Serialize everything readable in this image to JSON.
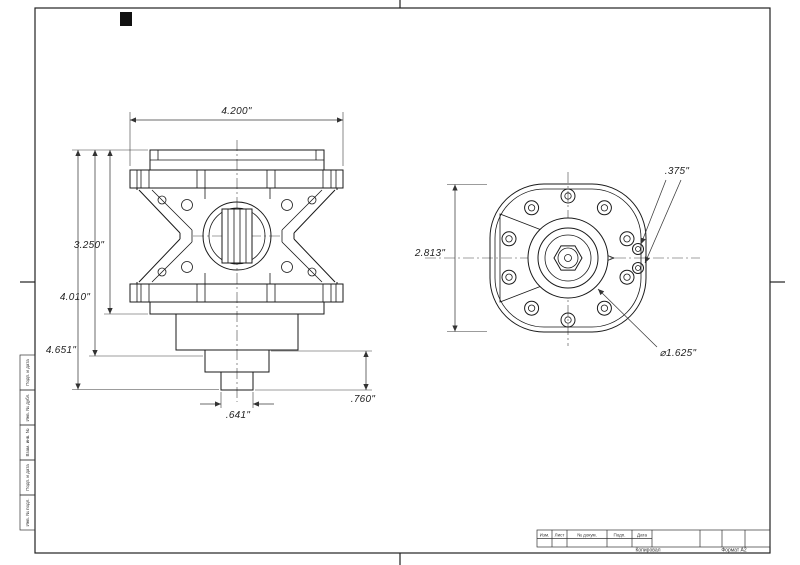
{
  "dimensions": {
    "width_top": "4.200\"",
    "flange_height": "3.250\"",
    "mid_height": "4.010\"",
    "overall_height": "4.651\"",
    "shaft_dia": ".641\"",
    "tail_length": ".760\"",
    "front_height": "2.813\"",
    "port_spacing": ".375\"",
    "pilot_dia": "⌀1.625\""
  },
  "title_block": {
    "columns": [
      "Изм.",
      "Лист",
      "№ докум.",
      "Подп.",
      "Дата"
    ],
    "copied_label": "Копировал",
    "format_label": "Формат А2"
  },
  "margin_labels": [
    "Подп. и дата",
    "Инв. № дубл.",
    "Взам. инв. №",
    "Подп. и дата",
    "Инв. № подл."
  ]
}
